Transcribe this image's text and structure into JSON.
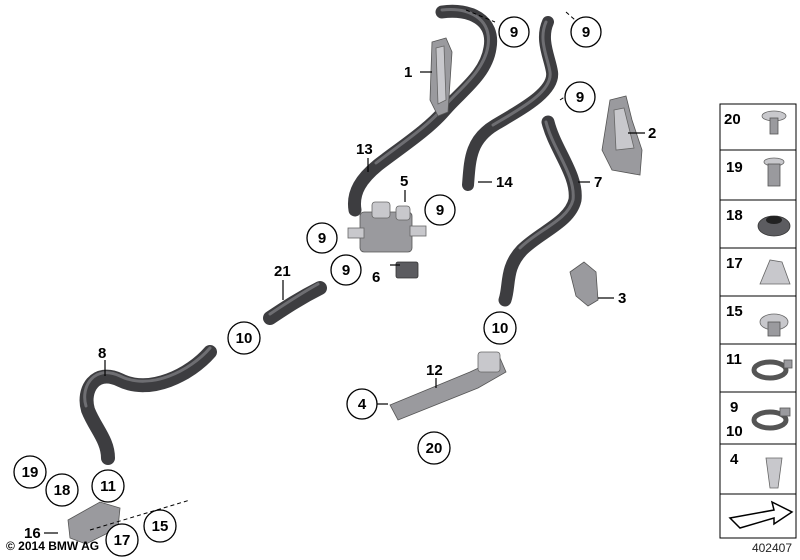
{
  "callouts": {
    "c1": "1",
    "c2": "2",
    "c3": "3",
    "c4": "4",
    "c5": "5",
    "c6": "6",
    "c7": "7",
    "c8": "8",
    "c9a": "9",
    "c9b": "9",
    "c9c": "9",
    "c9d": "9",
    "c9e": "9",
    "c9f": "9",
    "c10a": "10",
    "c10b": "10",
    "c11": "11",
    "c12": "12",
    "c13": "13",
    "c14": "14",
    "c15": "15",
    "c16": "16",
    "c17": "17",
    "c18": "18",
    "c19": "19",
    "c20": "20",
    "c21": "21"
  },
  "legend": [
    "20",
    "19",
    "18",
    "17",
    "15",
    "11",
    "9",
    "10",
    "4"
  ],
  "copyright": "© 2014 BMW AG",
  "diagram_id": "402407"
}
